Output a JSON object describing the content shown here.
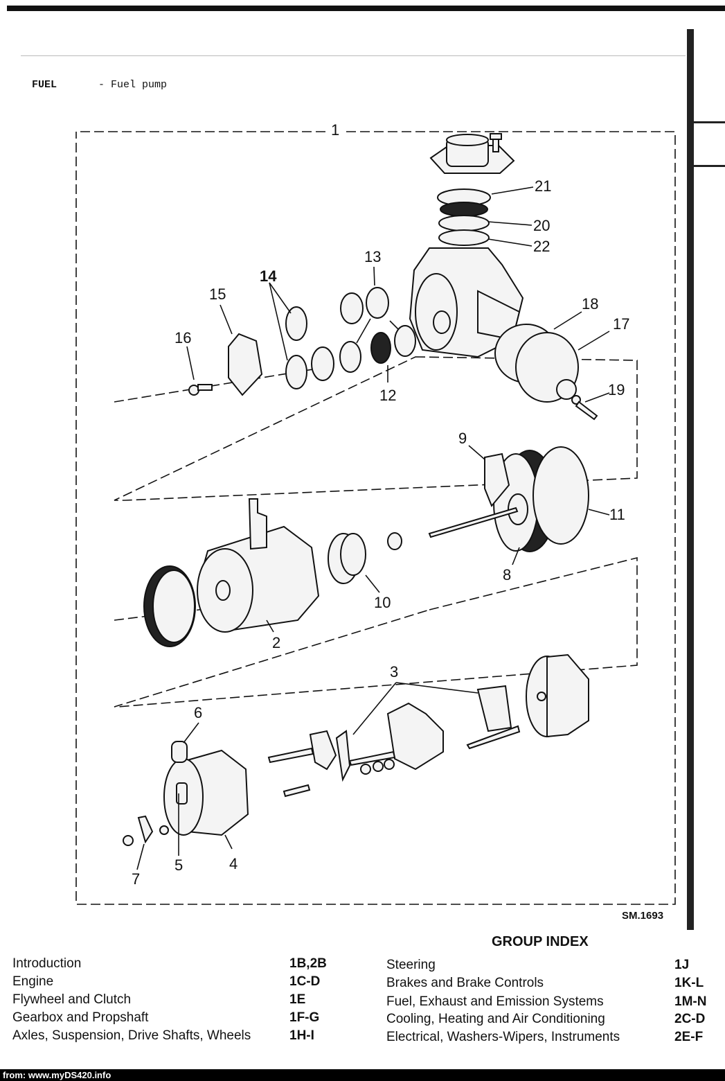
{
  "header": {
    "section": "FUEL",
    "title": "- Fuel pump"
  },
  "drawing": {
    "reference": "SM.1693",
    "callouts": {
      "c1": "1",
      "c2": "2",
      "c3": "3",
      "c4": "4",
      "c5": "5",
      "c6": "6",
      "c7": "7",
      "c8": "8",
      "c9": "9",
      "c10": "10",
      "c11": "11",
      "c12": "12",
      "c13": "13",
      "c14": "14",
      "c15": "15",
      "c16": "16",
      "c17": "17",
      "c18": "18",
      "c19": "19",
      "c20": "20",
      "c21": "21",
      "c22": "22"
    }
  },
  "group_index": {
    "title": "GROUP INDEX",
    "left": [
      {
        "label": "Introduction",
        "code": "1B,2B"
      },
      {
        "label": "Engine",
        "code": "1C-D"
      },
      {
        "label": "Flywheel and Clutch",
        "code": "1E"
      },
      {
        "label": "Gearbox and Propshaft",
        "code": "1F-G"
      },
      {
        "label": "Axles, Suspension, Drive Shafts, Wheels",
        "code": "1H-I"
      }
    ],
    "right": [
      {
        "label": "Steering",
        "code": "1J"
      },
      {
        "label": "Brakes and Brake Controls",
        "code": "1K-L"
      },
      {
        "label": "Fuel, Exhaust and Emission Systems",
        "code": "1M-N"
      },
      {
        "label": "Cooling, Heating and Air Conditioning",
        "code": "2C-D"
      },
      {
        "label": "Electrical, Washers-Wipers, Instruments",
        "code": "2E-F"
      }
    ]
  },
  "footer": {
    "source": "from: www.myDS420.info"
  }
}
